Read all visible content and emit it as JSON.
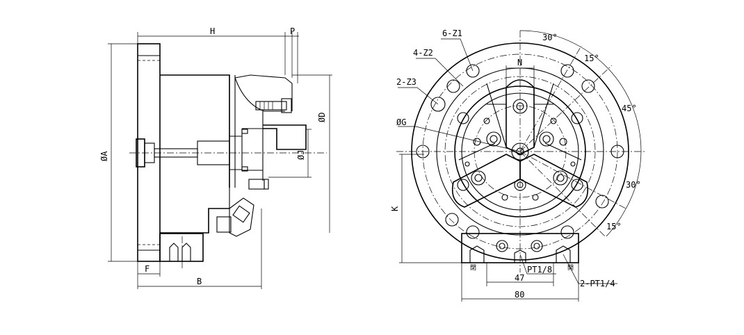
{
  "side_view": {
    "labels": {
      "H": "H",
      "P": "P",
      "A": "ØA",
      "D": "ØD",
      "J": "ØJ",
      "F": "F",
      "B": "B"
    }
  },
  "front_view": {
    "labels": {
      "z1": "6-Z1",
      "z2": "4-Z2",
      "z3": "2-Z3",
      "g": "ØG",
      "n": "N",
      "k": "K",
      "ang30_top": "30°",
      "ang15_top": "15°",
      "ang45": "45°",
      "ang30_right": "30°",
      "ang15_bottom": "15°",
      "pt18": "PT1/8",
      "pt14": "2-PT1/4",
      "dim47": "47",
      "dim80": "80",
      "port_left": "閉",
      "port_right": "開"
    }
  }
}
